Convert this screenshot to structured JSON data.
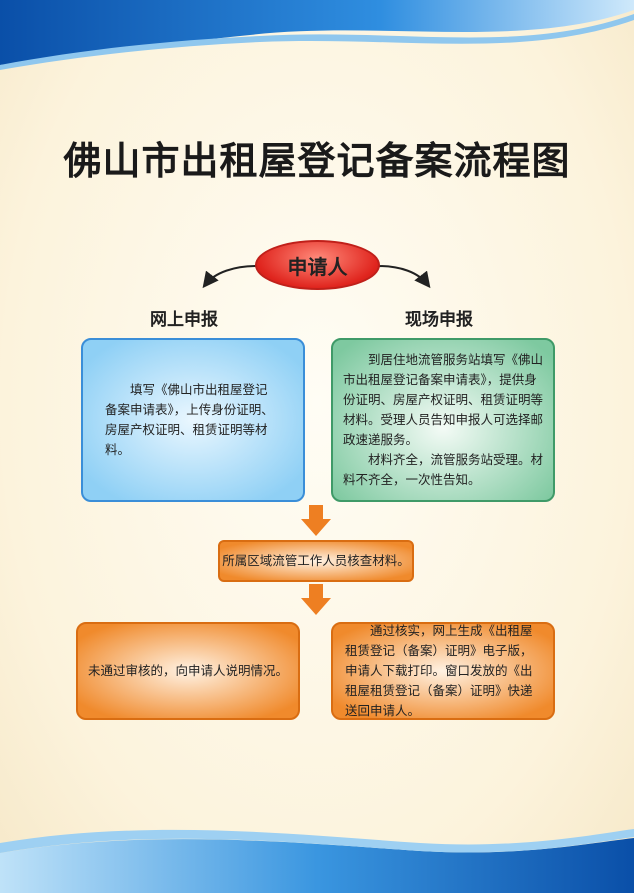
{
  "title": "佛山市出租屋登记备案流程图",
  "applicant": "申请人",
  "online": {
    "label": "网上申报",
    "text": "填写《佛山市出租屋登记备案申请表》，上传身份证明、房屋产权证明、租赁证明等材料。"
  },
  "onsite": {
    "label": "现场申报",
    "text1": "到居住地流管服务站填写《佛山市出租屋登记备案申请表》，提供身份证明、房屋产权证明、租赁证明等材料。受理人员告知申报人可选择邮政速递服务。",
    "text2": "材料齐全，流管服务站受理。材料不齐全，一次性告知。"
  },
  "review": "所属区域流管工作人员核查材料。",
  "fail": "未通过审核的，向申请人说明情况。",
  "pass": "通过核实，网上生成《出租屋租赁登记（备案）证明》电子版，申请人下载打印。窗口发放的《出租屋租赁登记（备案）证明》快递送回申请人。"
}
